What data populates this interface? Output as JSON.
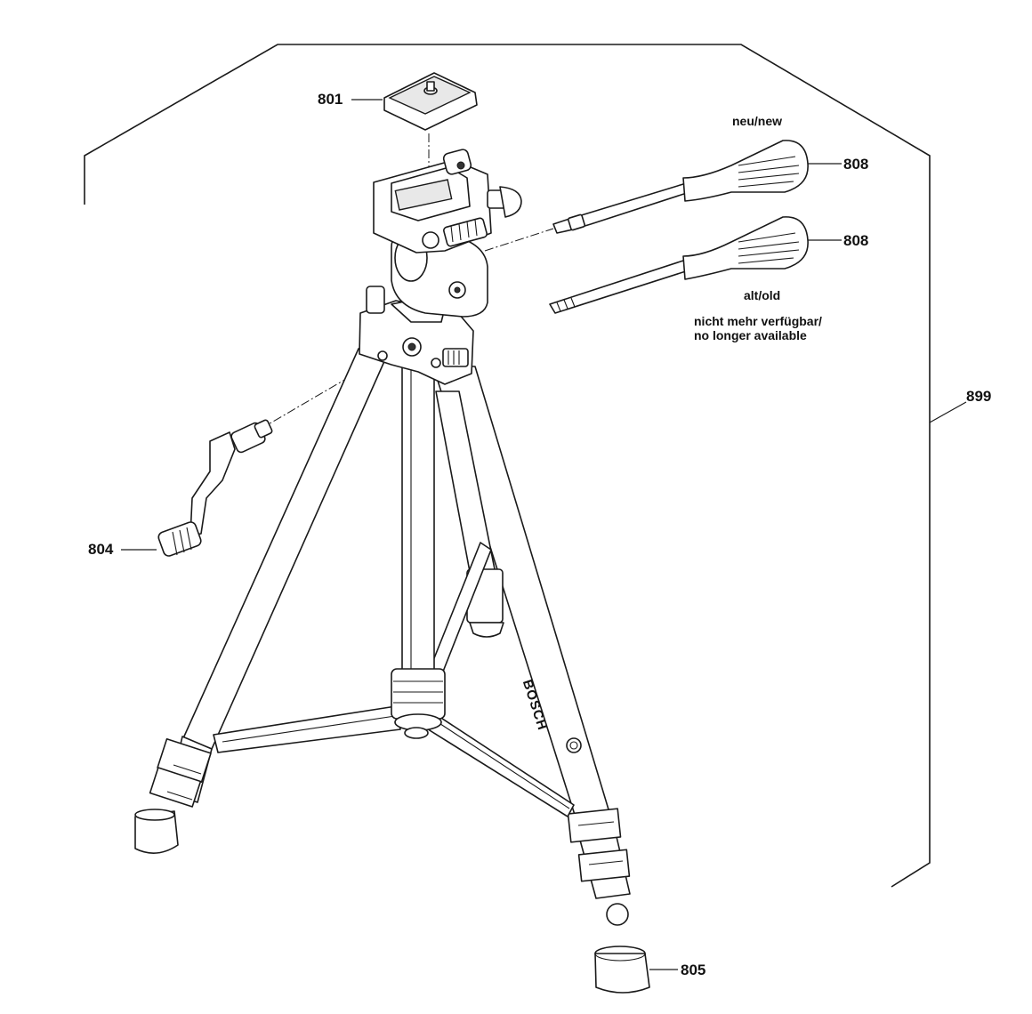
{
  "labels": {
    "plate": "801",
    "crank": "804",
    "foot": "805",
    "handle_new": "808",
    "handle_old": "808",
    "assembly": "899"
  },
  "notes": {
    "new": "neu/new",
    "old": "alt/old",
    "unavailable_de": "nicht mehr verfügbar/",
    "unavailable_en": "no longer available"
  },
  "brand_text": "BOSCH"
}
